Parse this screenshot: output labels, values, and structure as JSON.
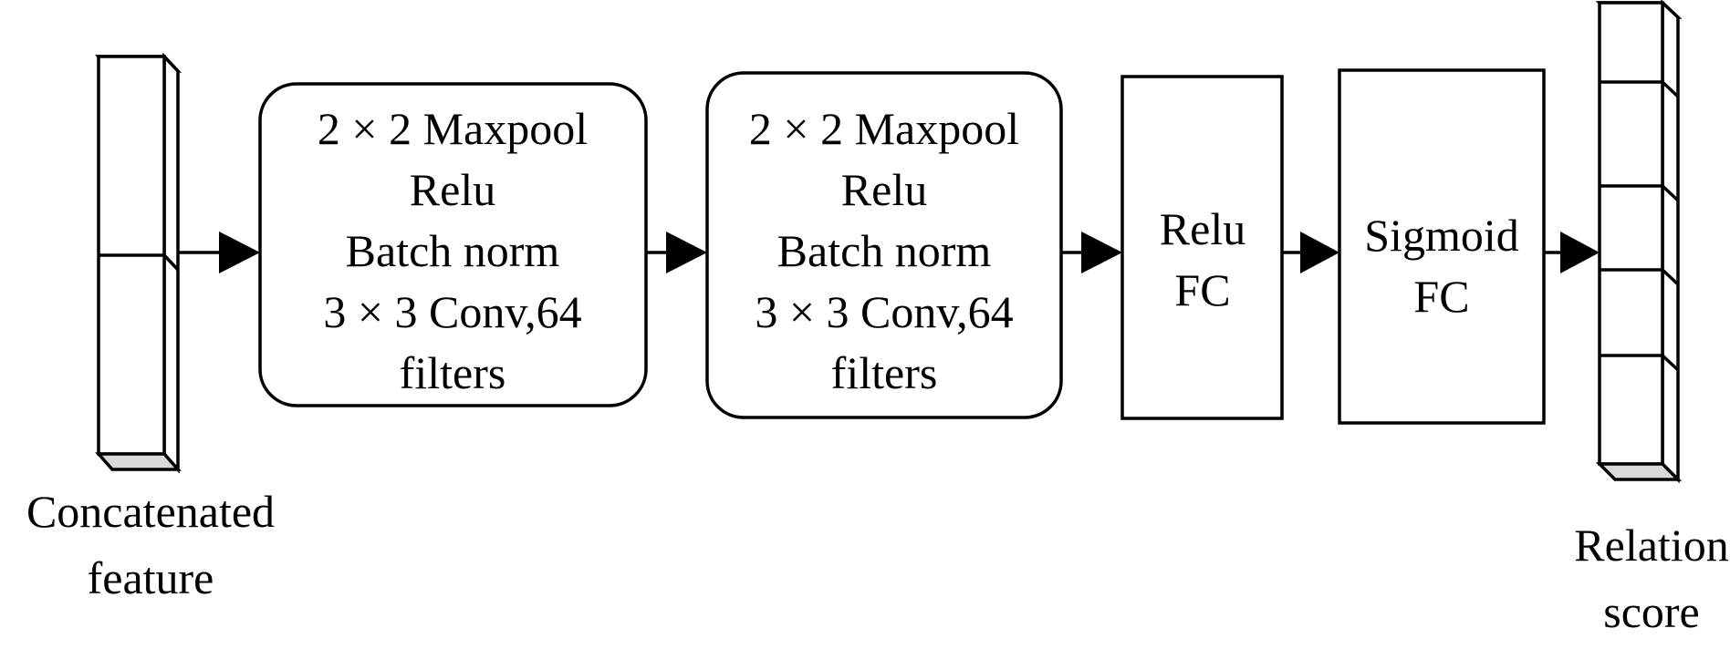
{
  "input_label": [
    "Concatenated",
    "feature"
  ],
  "output_label": [
    "Relation",
    "score"
  ],
  "blocks": [
    {
      "id": "conv-block-1",
      "lines": [
        "2 × 2 Maxpool",
        "Relu",
        "Batch norm",
        "3 × 3 Conv,64",
        "filters"
      ]
    },
    {
      "id": "conv-block-2",
      "lines": [
        "2 × 2 Maxpool",
        "Relu",
        "Batch norm",
        "3 × 3 Conv,64",
        "filters"
      ]
    },
    {
      "id": "fc-block-1",
      "lines": [
        "Relu",
        "FC"
      ]
    },
    {
      "id": "fc-block-2",
      "lines": [
        "Sigmoid",
        "FC"
      ]
    }
  ],
  "colors": {
    "stroke": "#000000",
    "background": "#ffffff",
    "bar_bottom": "#d9d9d9"
  }
}
